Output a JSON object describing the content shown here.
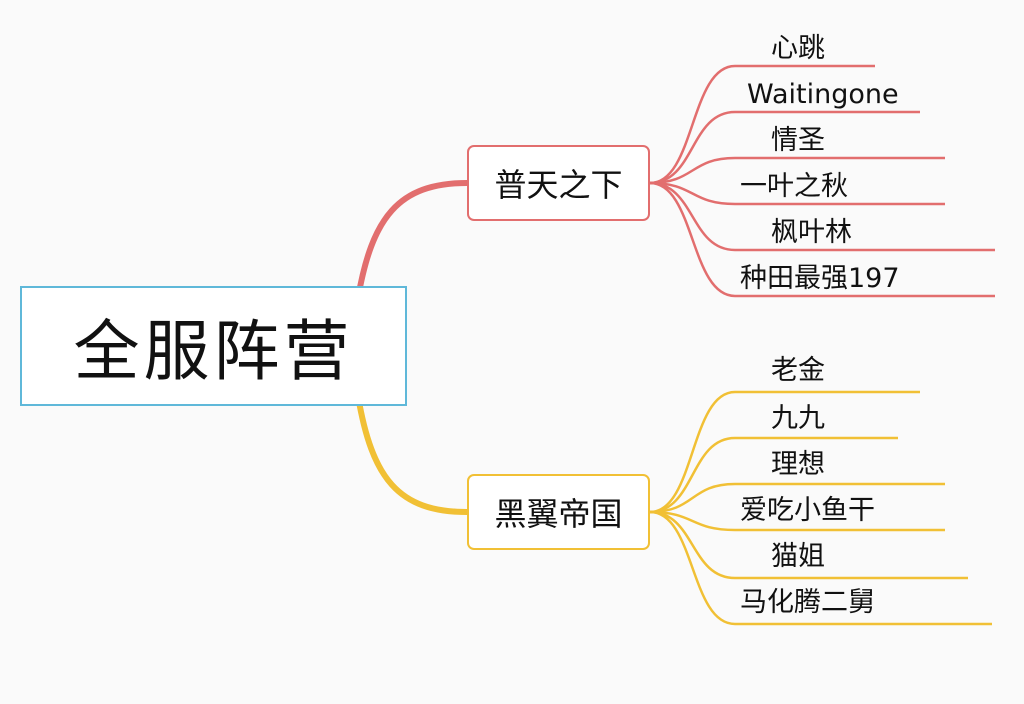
{
  "root": {
    "label": "全服阵营"
  },
  "colors": {
    "root_border": "#5fb8d9",
    "branch_1": "#e26e6e",
    "branch_2": "#f1c035"
  },
  "branches": [
    {
      "label": "普天之下",
      "leaves": [
        "心跳",
        "Waitingone",
        "情圣",
        "一叶之秋",
        "枫叶林",
        "种田最强197"
      ]
    },
    {
      "label": "黑翼帝国",
      "leaves": [
        "老金",
        "九九",
        "理想",
        "爱吃小鱼干",
        "猫姐",
        "马化腾二舅"
      ]
    }
  ]
}
